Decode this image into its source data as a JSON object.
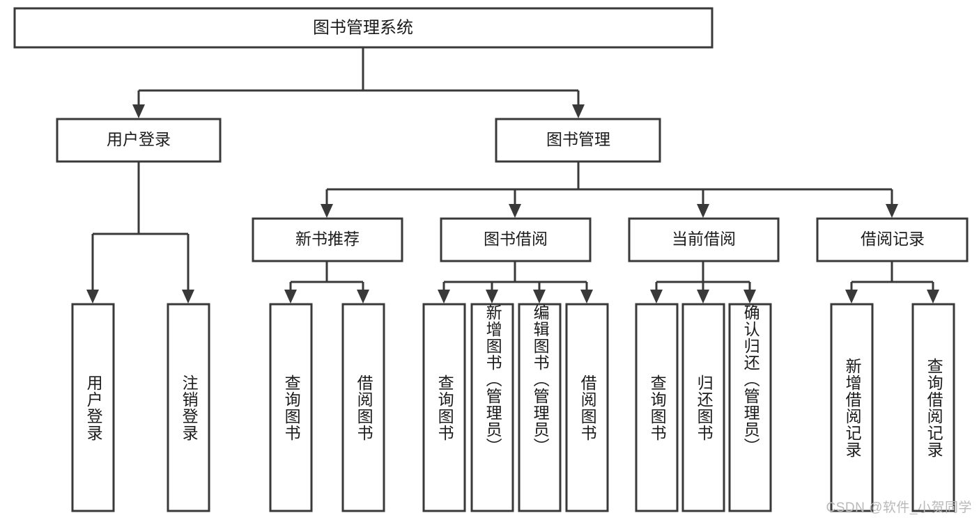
{
  "diagram": {
    "title": "图书管理系统",
    "type": "tree-hierarchy",
    "watermark": "CSDN @软件_小贺同学",
    "colors": {
      "stroke": "#393939",
      "fill": "#ffffff",
      "text": "#1b1b1b",
      "watermark": "#b9b9b9",
      "background": "#ffffff"
    },
    "root": {
      "label": "图书管理系统"
    },
    "level2": [
      {
        "label": "用户登录"
      },
      {
        "label": "图书管理"
      }
    ],
    "level3": [
      {
        "label": "新书推荐"
      },
      {
        "label": "图书借阅"
      },
      {
        "label": "当前借阅"
      },
      {
        "label": "借阅记录"
      }
    ],
    "leaves": {
      "user_login": [
        {
          "label": "用户登录"
        },
        {
          "label": "注销登录"
        }
      ],
      "new_book_recommend": [
        {
          "label": "查询图书"
        },
        {
          "label": "借阅图书"
        }
      ],
      "book_borrow": [
        {
          "label": "查询图书"
        },
        {
          "label": "新增图书（管理员）"
        },
        {
          "label": "编辑图书（管理员）"
        },
        {
          "label": "借阅图书"
        }
      ],
      "current_borrow": [
        {
          "label": "查询图书"
        },
        {
          "label": "归还图书"
        },
        {
          "label": "确认归还（管理员）"
        }
      ],
      "borrow_record": [
        {
          "label": "新增借阅记录"
        },
        {
          "label": "查询借阅记录"
        }
      ]
    }
  }
}
